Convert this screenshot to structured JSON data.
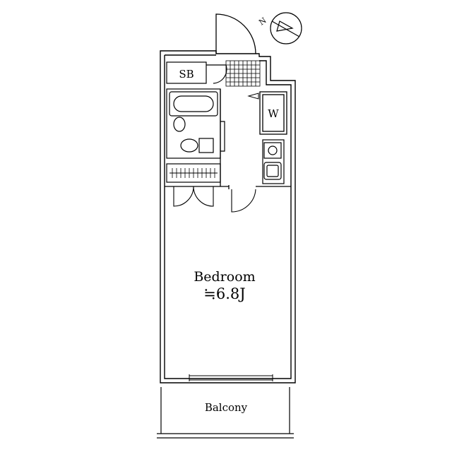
{
  "plan": {
    "rooms": {
      "storage": "SB",
      "washer": "W",
      "bedroom": "Bedroom",
      "bedroom_size": "≒6.8J",
      "balcony": "Balcony"
    },
    "compass": {
      "label": "N"
    },
    "colors": {
      "line": "#000000",
      "background": "#ffffff"
    }
  }
}
